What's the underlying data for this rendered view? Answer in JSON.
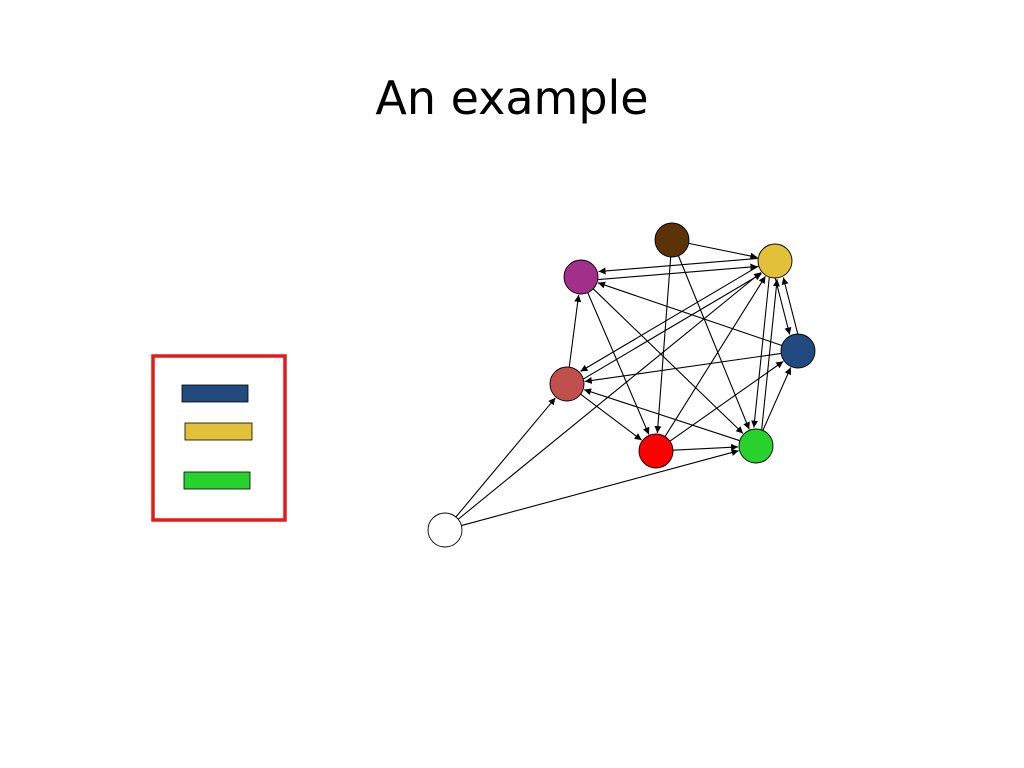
{
  "slide": {
    "title": "An example"
  },
  "legend": {
    "border_color": "#e31b1b",
    "swatches": [
      {
        "name": "navy",
        "color": "#234a7e"
      },
      {
        "name": "gold",
        "color": "#e2c13a"
      },
      {
        "name": "green",
        "color": "#27d22d"
      }
    ]
  },
  "graph": {
    "nodes": [
      {
        "id": "brown",
        "color": "#5c3309"
      },
      {
        "id": "gold",
        "color": "#e2c13a"
      },
      {
        "id": "purple",
        "color": "#a2308b"
      },
      {
        "id": "navy",
        "color": "#234a7e"
      },
      {
        "id": "rose",
        "color": "#c0504d"
      },
      {
        "id": "red",
        "color": "#ff0000"
      },
      {
        "id": "green",
        "color": "#27d22d"
      },
      {
        "id": "white",
        "color": "#ffffff"
      }
    ],
    "edges": [
      [
        "brown",
        "gold"
      ],
      [
        "brown",
        "red"
      ],
      [
        "brown",
        "green"
      ],
      [
        "purple",
        "gold"
      ],
      [
        "gold",
        "purple"
      ],
      [
        "purple",
        "red"
      ],
      [
        "purple",
        "green"
      ],
      [
        "navy",
        "purple"
      ],
      [
        "navy",
        "gold"
      ],
      [
        "gold",
        "navy"
      ],
      [
        "navy",
        "rose"
      ],
      [
        "green",
        "navy"
      ],
      [
        "red",
        "navy"
      ],
      [
        "rose",
        "purple"
      ],
      [
        "rose",
        "gold"
      ],
      [
        "gold",
        "rose"
      ],
      [
        "rose",
        "red"
      ],
      [
        "green",
        "rose"
      ],
      [
        "red",
        "gold"
      ],
      [
        "green",
        "gold"
      ],
      [
        "gold",
        "green"
      ],
      [
        "red",
        "green"
      ],
      [
        "white",
        "rose"
      ],
      [
        "white",
        "gold"
      ],
      [
        "white",
        "green"
      ]
    ]
  }
}
